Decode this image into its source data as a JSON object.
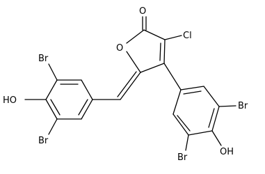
{
  "molecule": {
    "atom_labels": {
      "carbonyl_o": "O",
      "ring_o": "O",
      "cl": "Cl",
      "left_br_top": "Br",
      "left_ho": "HO",
      "left_br_bottom": "Br",
      "right_br_top": "Br",
      "right_oh": "OH",
      "right_br_bottom": "Br"
    }
  }
}
